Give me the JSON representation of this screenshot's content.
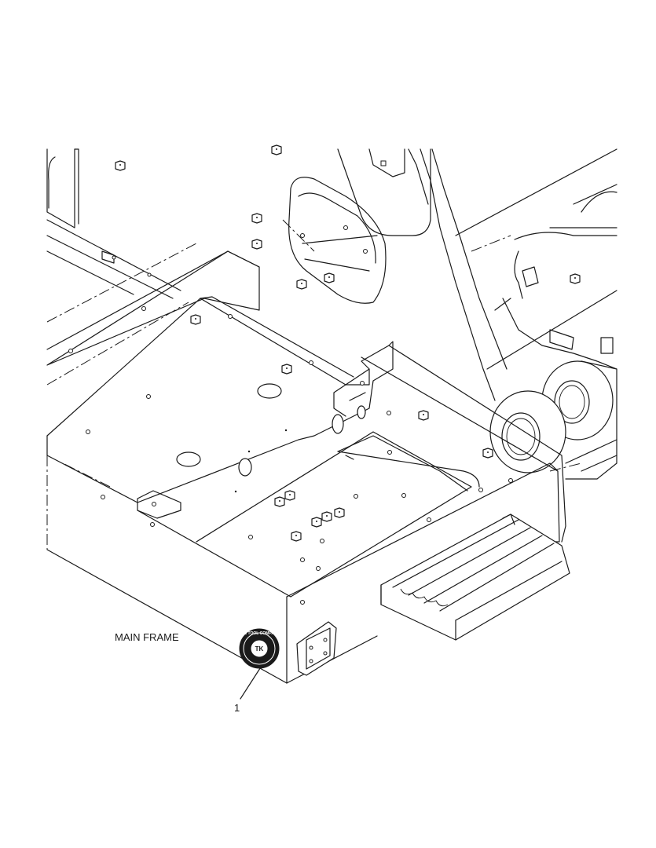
{
  "labels": {
    "main_frame": "MAIN FRAME",
    "callout_1": "1"
  },
  "decal": {
    "text": "THE TOOL COMPANY",
    "mark": "TK"
  },
  "colors": {
    "line": "#1a1a1a",
    "background": "#ffffff"
  }
}
